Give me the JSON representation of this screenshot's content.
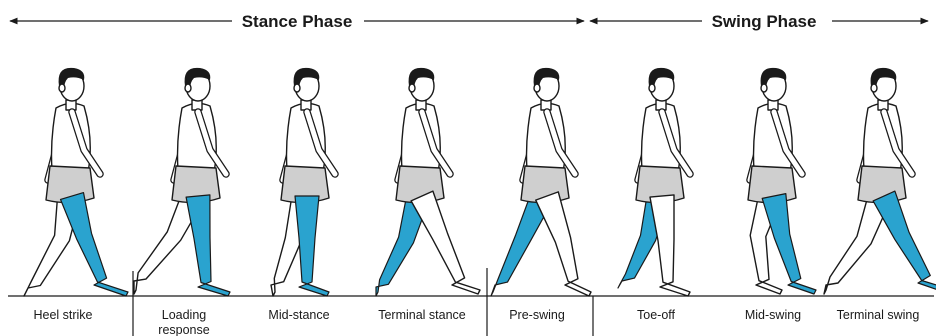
{
  "phases": {
    "stance": {
      "title": "Stance Phase"
    },
    "swing": {
      "title": "Swing Phase"
    }
  },
  "stages": [
    {
      "lines": [
        "Heel strike"
      ]
    },
    {
      "lines": [
        "Loading",
        "response"
      ]
    },
    {
      "lines": [
        "Mid-stance"
      ]
    },
    {
      "lines": [
        "Terminal stance"
      ]
    },
    {
      "lines": [
        "Pre-swing"
      ]
    },
    {
      "lines": [
        "Toe-off"
      ]
    },
    {
      "lines": [
        "Mid-swing"
      ]
    },
    {
      "lines": [
        "Terminal swing"
      ]
    }
  ],
  "colors": {
    "highlight_leg": "#2aa3cf",
    "shorts": "#cfcfcf",
    "ink": "#1a1a1a"
  }
}
